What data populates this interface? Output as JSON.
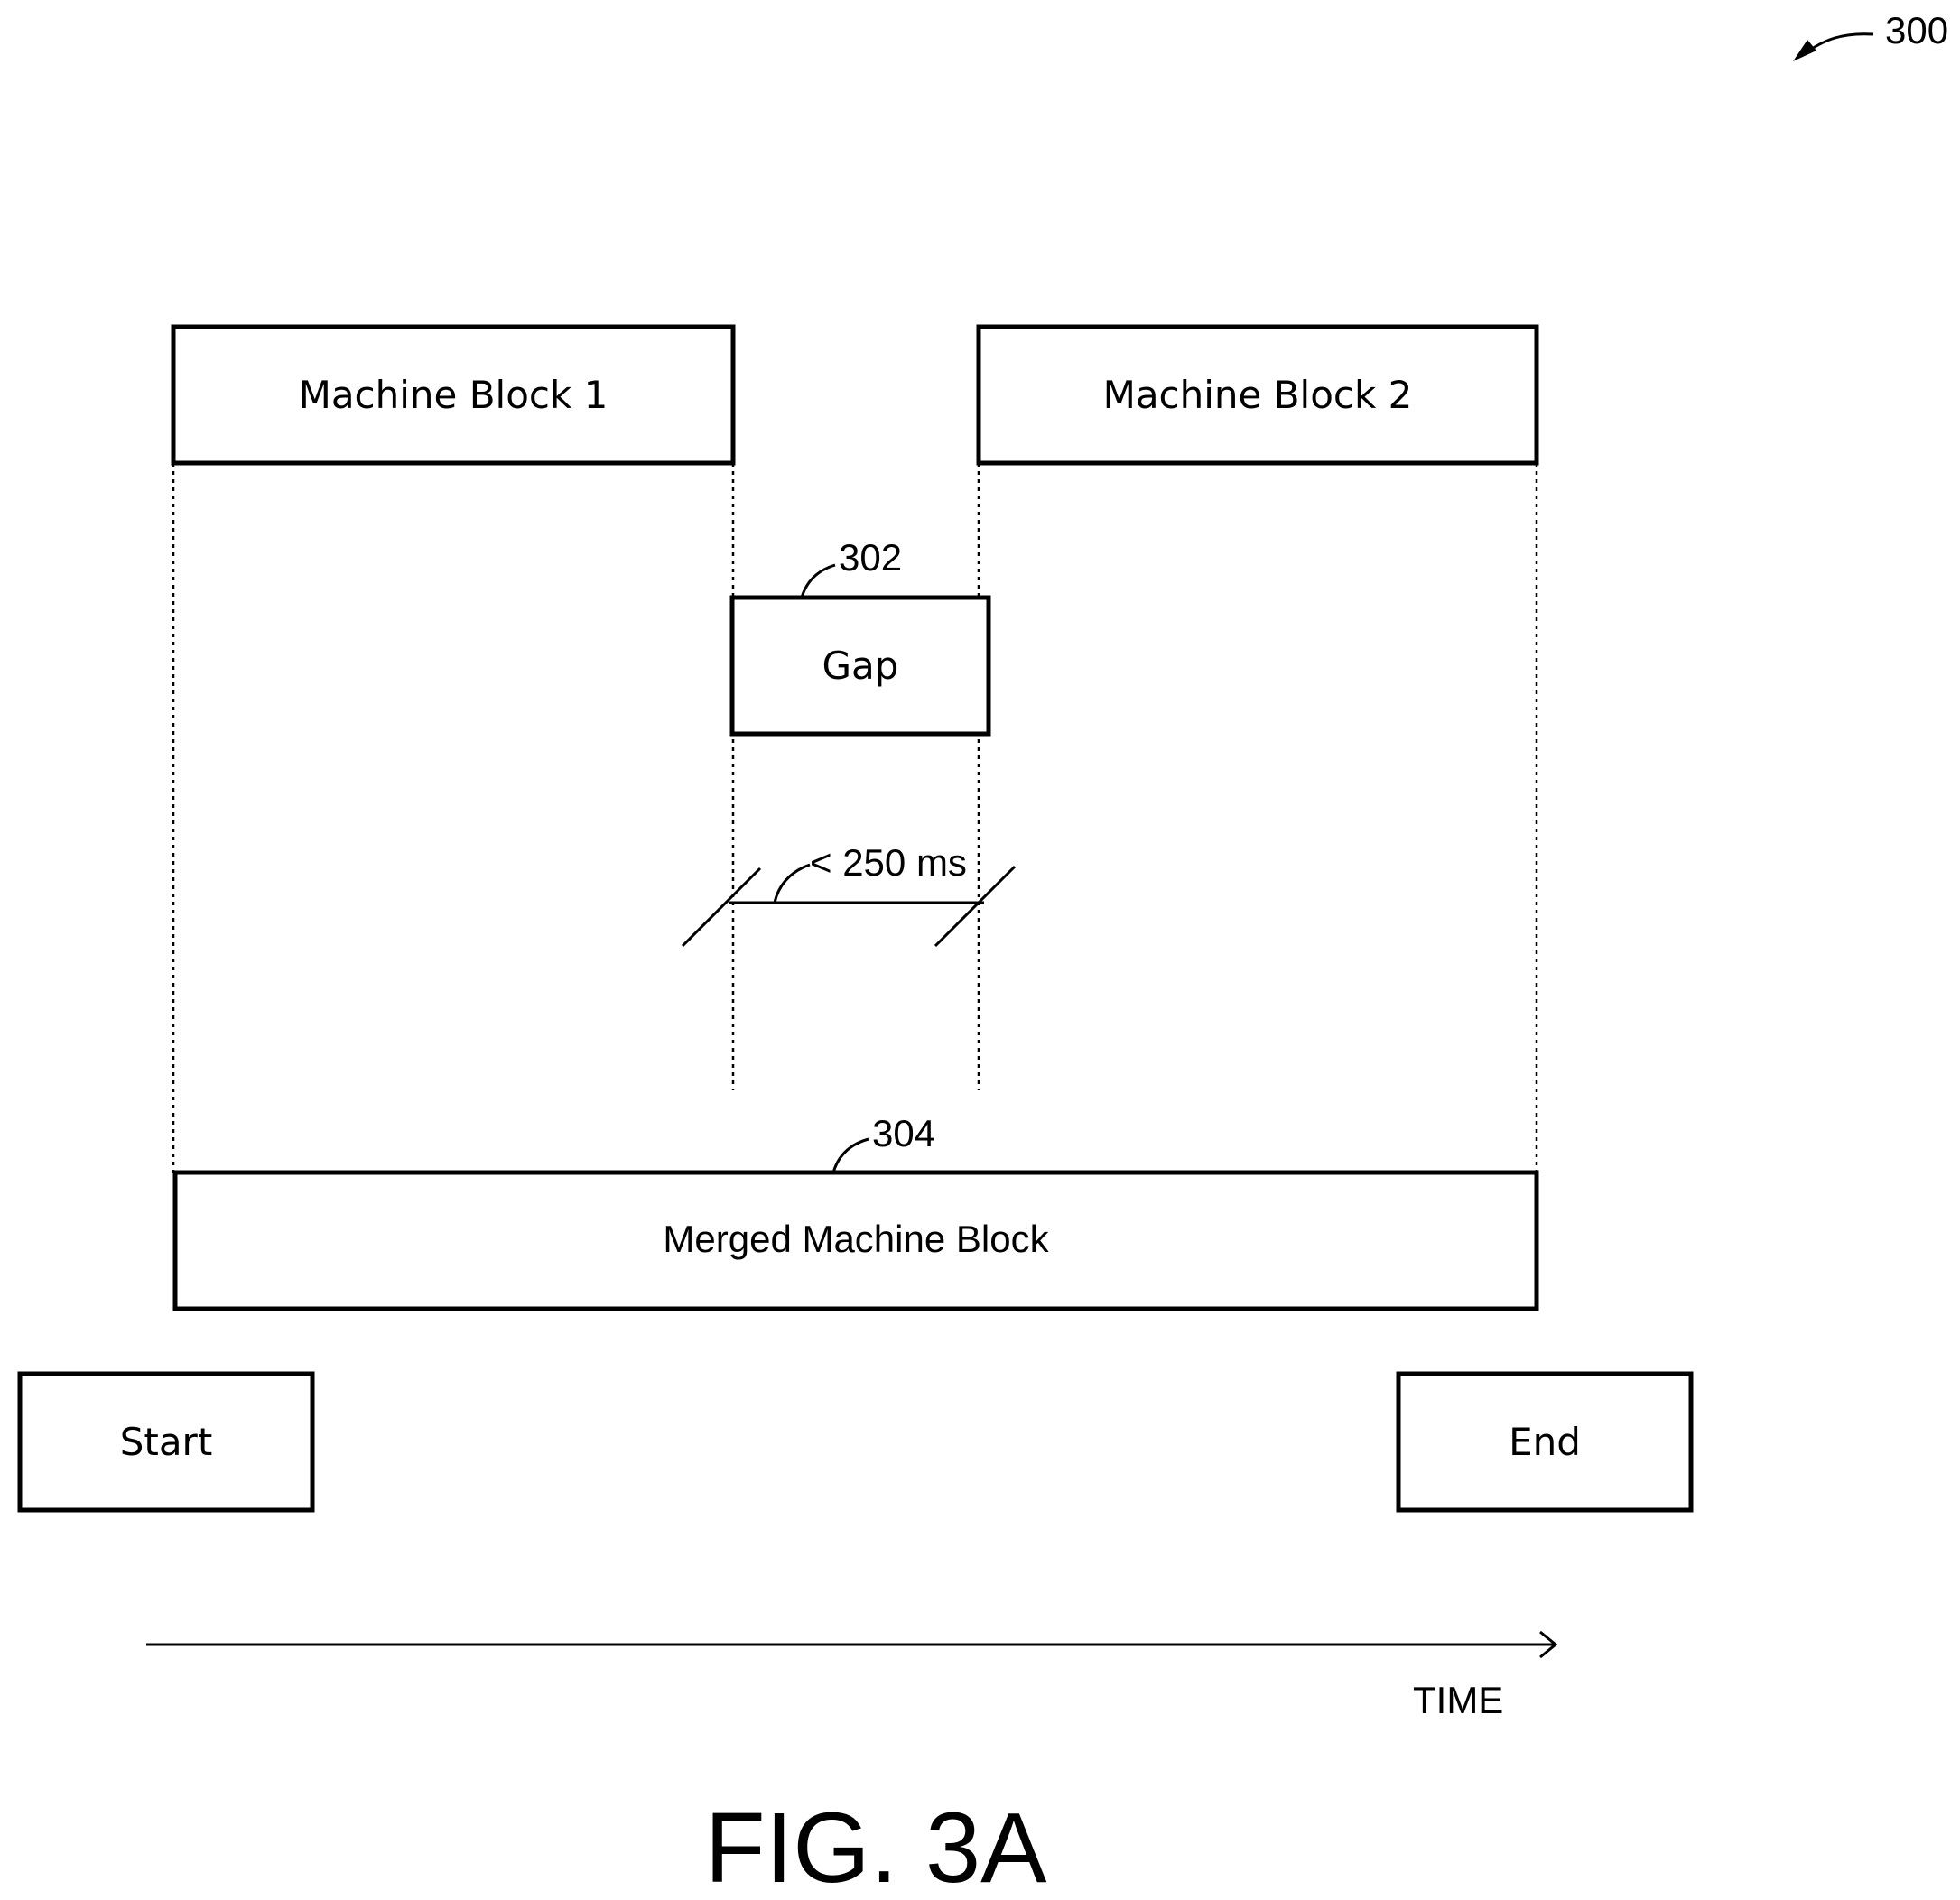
{
  "figure": {
    "ref_number": "300",
    "caption": "FIG. 3A"
  },
  "blocks": {
    "machine_block_1": "Machine Block 1",
    "machine_block_2": "Machine Block 2",
    "gap": "Gap",
    "merged": "Merged Machine Block",
    "start": "Start",
    "end": "End"
  },
  "callouts": {
    "gap_ref": "302",
    "merged_ref": "304",
    "threshold": "< 250 ms"
  },
  "axis": {
    "label": "TIME"
  }
}
